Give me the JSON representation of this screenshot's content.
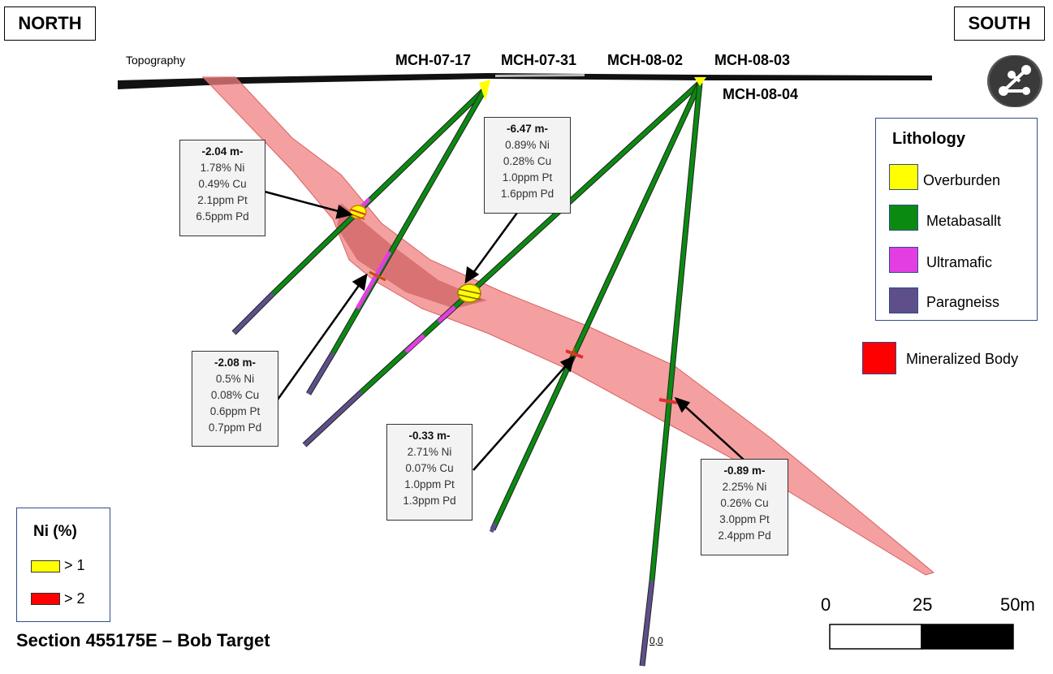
{
  "directions": {
    "north": "NORTH",
    "south": "SOUTH"
  },
  "topography_label": "Topography",
  "holes": [
    "MCH-07-17",
    "MCH-07-31",
    "MCH-08-02",
    "MCH-08-03",
    "MCH-08-04"
  ],
  "callouts": [
    {
      "title": "-2.04 m-",
      "ni": "1.78% Ni",
      "cu": "0.49% Cu",
      "pt": "2.1ppm Pt",
      "pd": "6.5ppm Pd"
    },
    {
      "title": "-6.47 m-",
      "ni": "0.89% Ni",
      "cu": "0.28% Cu",
      "pt": "1.0ppm Pt",
      "pd": "1.6ppm Pd"
    },
    {
      "title": "-2.08 m-",
      "ni": "0.5% Ni",
      "cu": "0.08% Cu",
      "pt": "0.6ppm Pt",
      "pd": "0.7ppm Pd"
    },
    {
      "title": "-0.33 m-",
      "ni": "2.71% Ni",
      "cu": "0.07% Cu",
      "pt": "1.0ppm Pt",
      "pd": "1.3ppm Pd"
    },
    {
      "title": "-0.89 m-",
      "ni": "2.25% Ni",
      "cu": "0.26% Cu",
      "pt": "3.0ppm Pt",
      "pd": "2.4ppm Pd"
    }
  ],
  "lithology": {
    "title": "Lithology",
    "items": [
      {
        "label": "Overburden",
        "color": "#ffff00"
      },
      {
        "label": "Metabasallt",
        "color": "#0b8a12"
      },
      {
        "label": "Ultramafic",
        "color": "#e23ee2"
      },
      {
        "label": "Paragneiss",
        "color": "#5e4f8a"
      }
    ]
  },
  "mineralized": {
    "label": "Mineralized Body",
    "color": "#ff0000"
  },
  "ni_legend": {
    "title": "Ni (%)",
    "items": [
      {
        "label": "> 1",
        "color": "#ffff00"
      },
      {
        "label": "> 2",
        "color": "#ff0000"
      }
    ]
  },
  "section_title": "Section 455175E – Bob Target",
  "scale": {
    "zero": "0",
    "mid": "25",
    "end": "50m"
  },
  "origin_label": "0,0",
  "colors": {
    "mineral_body": "#f08080",
    "metabasalt": "#0b8a12",
    "ultramafic": "#e23ee2",
    "paragneiss": "#5e4f8a",
    "overburden": "#ffff00",
    "border": "#2f4e8a"
  }
}
